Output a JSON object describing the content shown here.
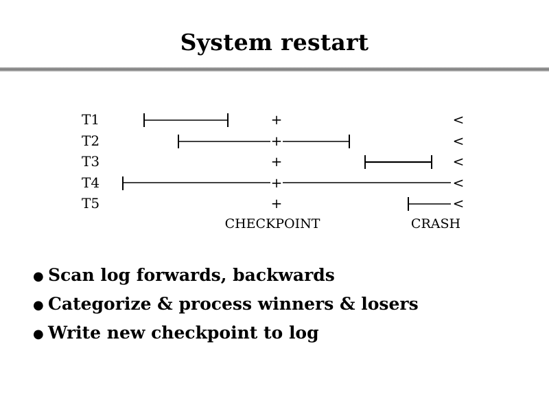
{
  "slide": {
    "title": "System restart"
  },
  "diagram": {
    "transactions": [
      {
        "label": "T1",
        "glyph": "<"
      },
      {
        "label": "T2",
        "glyph": "<"
      },
      {
        "label": "T3",
        "glyph": "<"
      },
      {
        "label": "T4",
        "glyph": "<"
      },
      {
        "label": "T5",
        "glyph": "<"
      }
    ],
    "checkpoint_glyph": "+",
    "checkpoint_label": "CHECKPOINT",
    "crash_label": "CRASH"
  },
  "bullets": [
    {
      "text": "Scan log forwards, backwards"
    },
    {
      "text": "Categorize & process winners & losers"
    },
    {
      "text": "Write new checkpoint to log"
    }
  ],
  "bullet_glyph": "●"
}
